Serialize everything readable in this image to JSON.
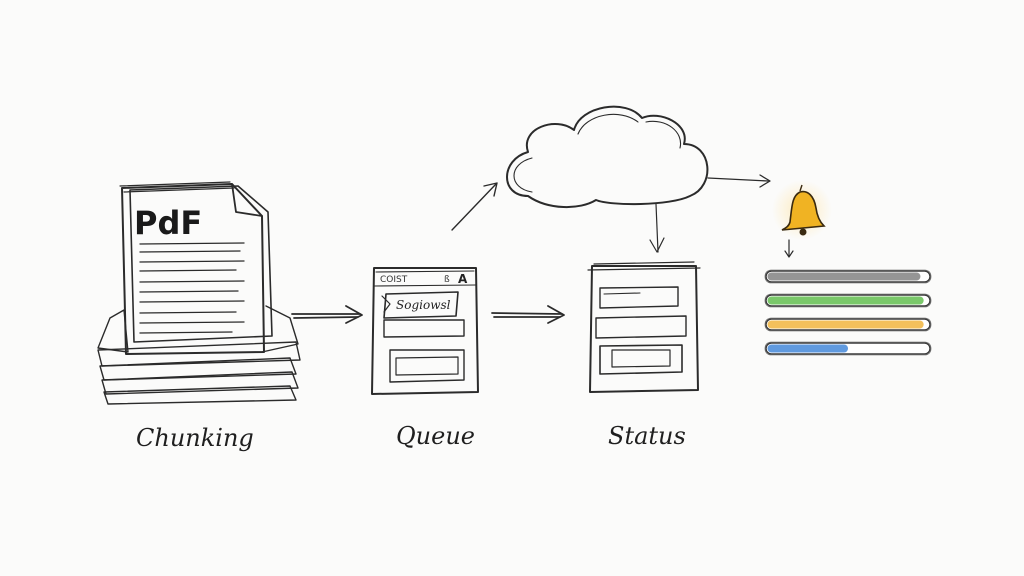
{
  "labels": {
    "chunking": "Chunking",
    "queue": "Queue",
    "status": "Status"
  },
  "document": {
    "badge": "PdF",
    "icon": "pdf-stack-icon"
  },
  "queue_window": {
    "header_left": "COIST",
    "header_right": "A",
    "header_mid": "ß",
    "field_text": "Sogiowsl"
  },
  "cloud": {
    "icon": "cloud-icon"
  },
  "notification": {
    "icon": "bell-icon",
    "color": "#f0b323"
  },
  "progress_bars": [
    {
      "name": "progress-bar-gray",
      "color": "#8a8a8a",
      "fill": 0.95
    },
    {
      "name": "progress-bar-green",
      "color": "#6cc25a",
      "fill": 0.97
    },
    {
      "name": "progress-bar-orange",
      "color": "#f2b94a",
      "fill": 0.97
    },
    {
      "name": "progress-bar-blue",
      "color": "#4f8fdc",
      "fill": 0.5
    }
  ]
}
